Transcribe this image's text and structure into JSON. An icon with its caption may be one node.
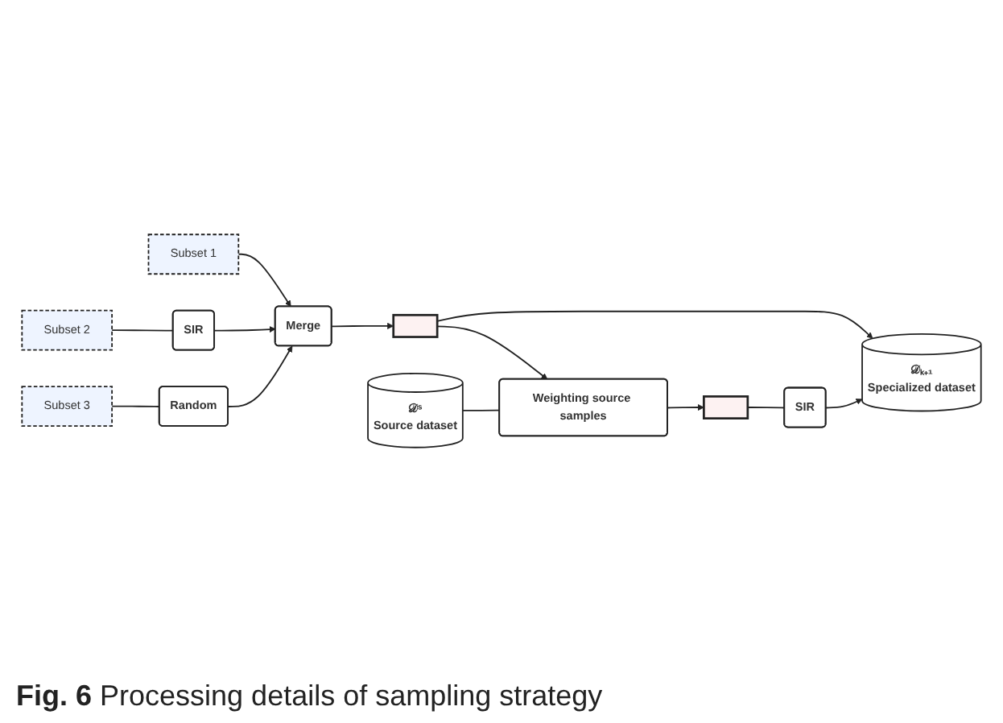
{
  "diagram": {
    "caption": "**Fig. 6** Processing details of sampling strategy",
    "nodes": [
      {
        "text": [
          "Subset 1"
        ]
      },
      {
        "text": [
          "Subset 2"
        ]
      },
      {
        "text": [
          "Subset 3"
        ]
      },
      {
        "text": [
          "SIR"
        ]
      },
      {
        "text": [
          "Random"
        ]
      },
      {
        "text": [
          "Merge"
        ]
      },
      {
        "text": [],
        "shape": "box"
      },
      {
        "text": [
          "𝒟ₖ₊₁",
          "Specialized dataset"
        ]
      },
      {
        "text": [
          "SIR"
        ]
      },
      {
        "text": [
          "𝒟ˢ",
          "Source dataset"
        ]
      },
      {
        "text": [
          "Weighting source samples"
        ]
      },
      {
        "text": [],
        "shape": "box"
      }
    ],
    "edges": [
      {
        "from": 0,
        "to": 5,
        "arrow": "to"
      },
      {
        "from": 1,
        "to": 3,
        "arrow": "none"
      },
      {
        "from": 3,
        "to": 5,
        "arrow": "to"
      },
      {
        "from": 2,
        "to": 4,
        "arrow": "none"
      },
      {
        "from": 4,
        "to": 5,
        "arrow": "to"
      },
      {
        "from": 5,
        "to": 6,
        "arrow": "to"
      },
      {
        "from": 6,
        "to": 7,
        "arrow": "to"
      },
      {
        "from": 6,
        "to": 10,
        "arrow": "to"
      },
      {
        "from": 9,
        "to": 10,
        "arrow": "none"
      },
      {
        "from": 10,
        "to": 11,
        "arrow": "to"
      },
      {
        "from": 11,
        "to": 8,
        "arrow": "none"
      },
      {
        "from": 8,
        "to": 7,
        "arrow": "to"
      }
    ]
  }
}
